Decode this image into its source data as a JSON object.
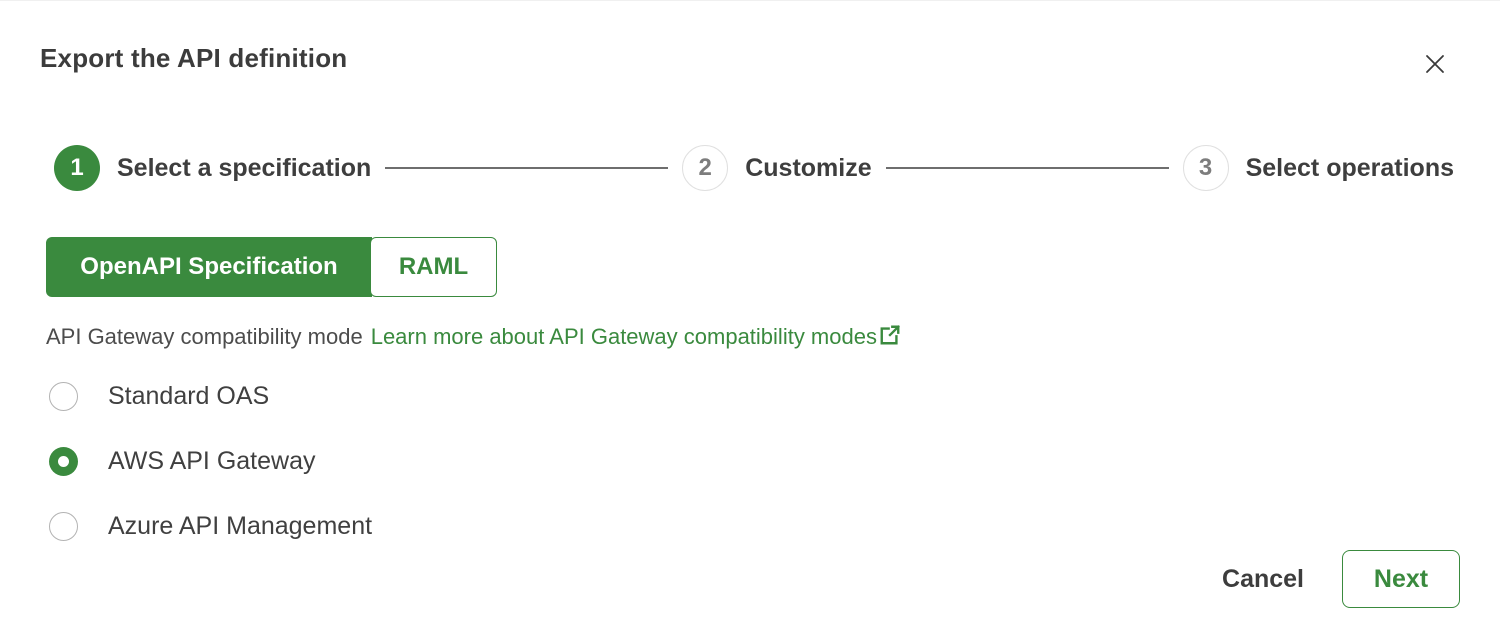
{
  "modal": {
    "title": "Export the API definition"
  },
  "stepper": {
    "steps": [
      {
        "number": "1",
        "label": "Select a specification",
        "state": "active"
      },
      {
        "number": "2",
        "label": "Customize",
        "state": "inactive"
      },
      {
        "number": "3",
        "label": "Select operations",
        "state": "inactive"
      }
    ]
  },
  "spec_toggle": {
    "options": [
      {
        "label": "OpenAPI Specification",
        "selected": true
      },
      {
        "label": "RAML",
        "selected": false
      }
    ]
  },
  "compatibility": {
    "label": "API Gateway compatibility mode",
    "link_text": "Learn more about API Gateway compatibility modes",
    "link_icon": "external-link-icon"
  },
  "radio_group": {
    "options": [
      {
        "label": "Standard OAS",
        "selected": false
      },
      {
        "label": "AWS API Gateway",
        "selected": true
      },
      {
        "label": "Azure API Management",
        "selected": false
      }
    ]
  },
  "footer": {
    "cancel_label": "Cancel",
    "next_label": "Next"
  },
  "colors": {
    "accent_green": "#3a8a3e",
    "text_dark": "#3c3c3c",
    "connector_gray": "#6e6e6e",
    "inactive_step_border": "#e0e0e0"
  }
}
